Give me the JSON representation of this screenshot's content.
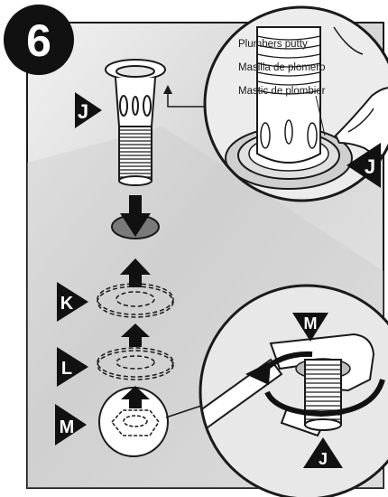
{
  "step_number": "6",
  "callout_text": {
    "en": "Plumbers putty",
    "es": "Masilla de plomero",
    "fr": "Mastic de plombier"
  },
  "part_labels": {
    "drain_body": "J",
    "washer_k": "K",
    "washer_l": "L",
    "nut_m": "M"
  },
  "colors": {
    "outline": "#1a1a1a",
    "panel_bg": "#d9d9d9",
    "tag_fill": "#111111",
    "pipe_fill": "#ffffff",
    "hole_fill": "#7a7a7a"
  }
}
